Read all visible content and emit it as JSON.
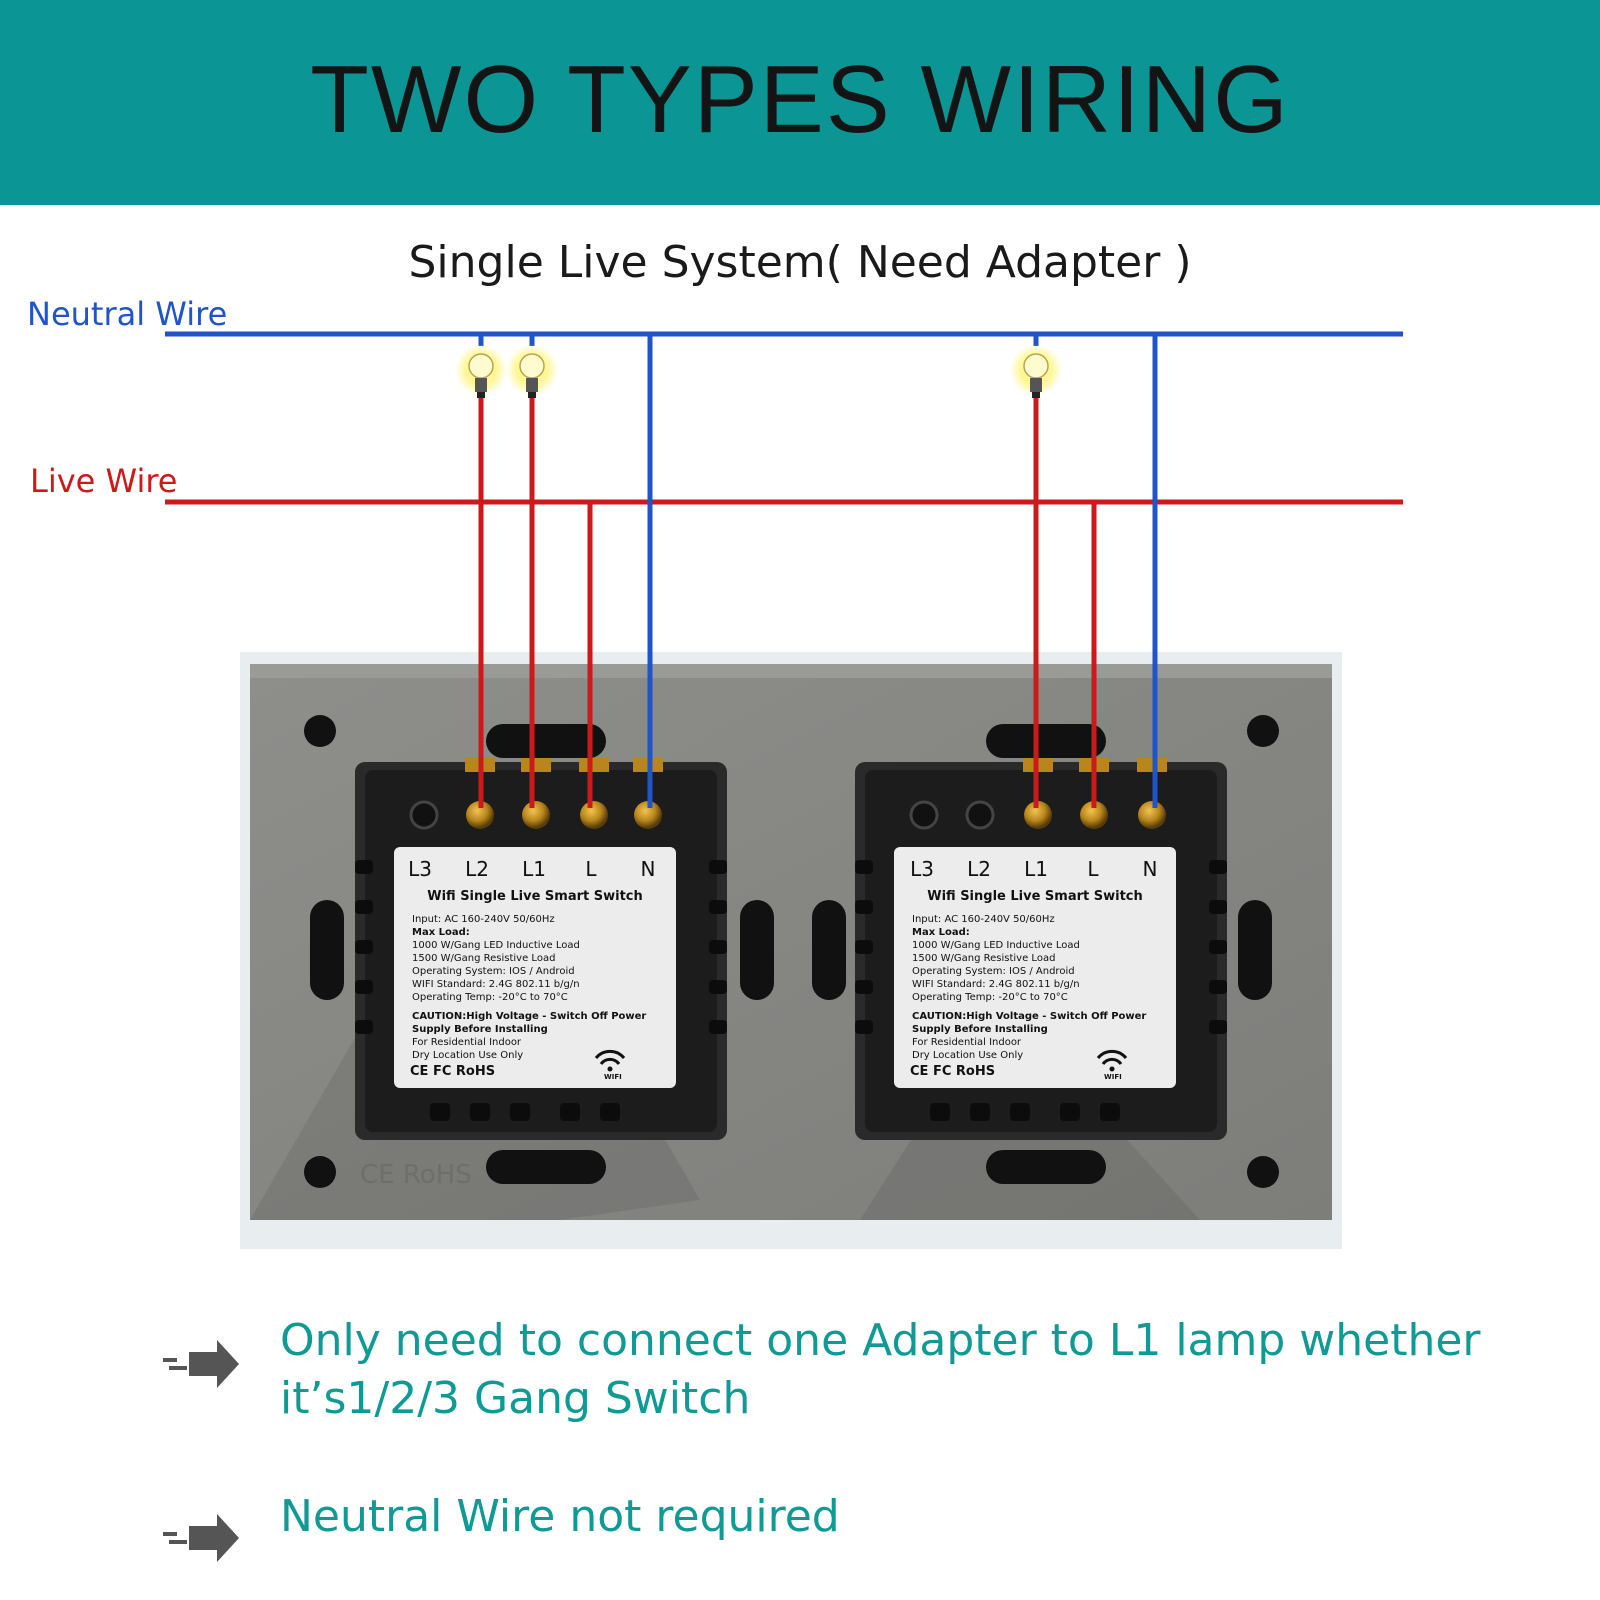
{
  "banner": {
    "title": "TWO TYPES WIRING",
    "color": "#0b9595"
  },
  "subtitle": "Single Live System( Need Adapter )",
  "wires": {
    "neutral_label": "Neutral Wire",
    "neutral_color": "#1f55c9",
    "live_label": "Live Wire",
    "live_color": "#cc1a1a"
  },
  "switches": [
    {
      "terminals": [
        "L3",
        "L2",
        "L1",
        "L",
        "N"
      ],
      "product": "Wifi Single Live Smart Switch",
      "input": "Input: AC 160-240V 50/60Hz",
      "max_load": "Max Load:",
      "load_led": "1000 W/Gang LED Inductive Load",
      "load_res": "1500 W/Gang Resistive Load",
      "os": "Operating System: IOS / Android",
      "wifi_std": "WIFI Standard: 2.4G 802.11 b/g/n",
      "temp": "Operating Temp: -20°C to 70°C",
      "caution": "CAUTION:High Voltage - Switch Off  Power",
      "caution2": "Supply Before Installing",
      "indoor": "For Residential Indoor",
      "dry": "Dry Location Use Only",
      "cert": "CE FC RoHS",
      "wifi_word": "WIFI"
    },
    {
      "terminals": [
        "L3",
        "L2",
        "L1",
        "L",
        "N"
      ],
      "product": "Wifi Single Live Smart Switch",
      "input": "Input: AC 160-240V 50/60Hz",
      "max_load": "Max Load:",
      "load_led": "1000 W/Gang LED Inductive Load",
      "load_res": "1500 W/Gang Resistive Load",
      "os": "Operating System: IOS / Android",
      "wifi_std": "WIFI Standard: 2.4G 802.11 b/g/n",
      "temp": "Operating Temp: -20°C to 70°C",
      "caution": "CAUTION:High Voltage - Switch Off  Power",
      "caution2": "Supply Before Installing",
      "indoor": "For Residential Indoor",
      "dry": "Dry Location Use Only",
      "cert": "CE FC RoHS",
      "wifi_word": "WIFI"
    }
  ],
  "plate_mark": "CE RoHS",
  "notes": [
    {
      "icon": "arrow-icon",
      "text": "Only need to connect one Adapter to L1 lamp whether it’s1/2/3 Gang Switch"
    },
    {
      "icon": "arrow-icon",
      "text": "Neutral Wire not required"
    }
  ],
  "note_color": "#0f9a95"
}
